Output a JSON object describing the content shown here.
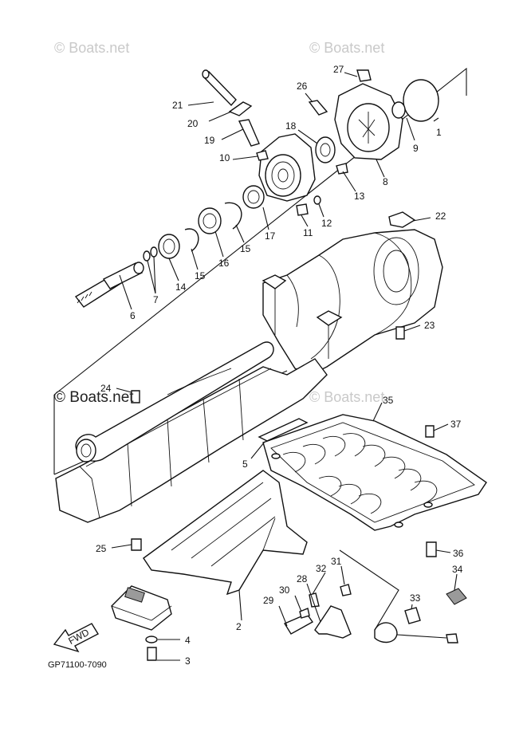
{
  "watermarks": {
    "top_left": "© Boats.net",
    "top_right": "© Boats.net",
    "mid_left": "© Boats.net",
    "mid_right": "© Boats.net"
  },
  "drawing_code": "GP71100-7090",
  "fwd_label": "FWD",
  "callouts": {
    "n1": "1",
    "n2": "2",
    "n3": "3",
    "n4": "4",
    "n5": "5",
    "n6": "6",
    "n7": "7",
    "n8": "8",
    "n9": "9",
    "n10": "10",
    "n11": "11",
    "n12": "12",
    "n13": "13",
    "n14": "14",
    "n15a": "15",
    "n15b": "15",
    "n16": "16",
    "n17": "17",
    "n18": "18",
    "n19": "19",
    "n20": "20",
    "n21": "21",
    "n22": "22",
    "n23": "23",
    "n24": "24",
    "n25": "25",
    "n26": "26",
    "n27": "27",
    "n28": "28",
    "n29": "29",
    "n30": "30",
    "n31": "31",
    "n32": "32",
    "n33": "33",
    "n34": "34",
    "n35": "35",
    "n36": "36",
    "n37": "37"
  }
}
